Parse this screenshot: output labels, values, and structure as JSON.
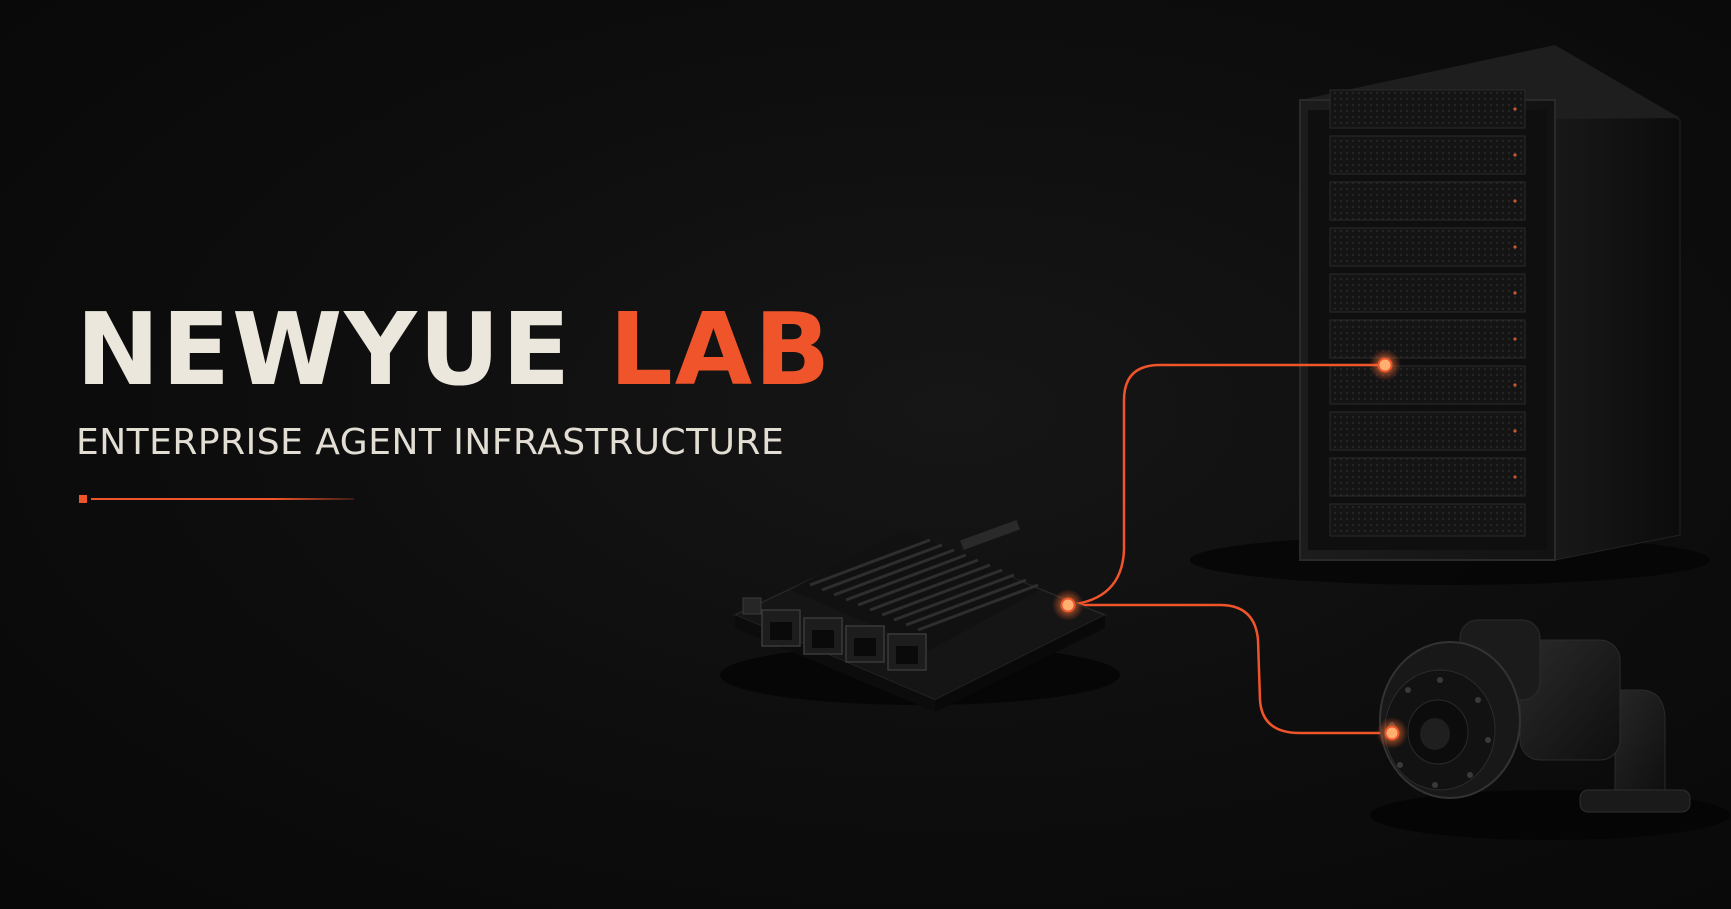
{
  "brand": {
    "name_primary": "NEWYUE",
    "name_accent": "LAB",
    "tagline": "ENTERPRISE AGENT INFRASTRUCTURE"
  },
  "colors": {
    "background": "#0b0b0b",
    "text_primary": "#ece7dd",
    "accent": "#f0542a"
  },
  "illustration": {
    "devices": [
      "server-rack",
      "edge-compute-board",
      "robotic-joint-actuator"
    ],
    "connections": [
      "board-to-server",
      "board-to-actuator"
    ]
  }
}
